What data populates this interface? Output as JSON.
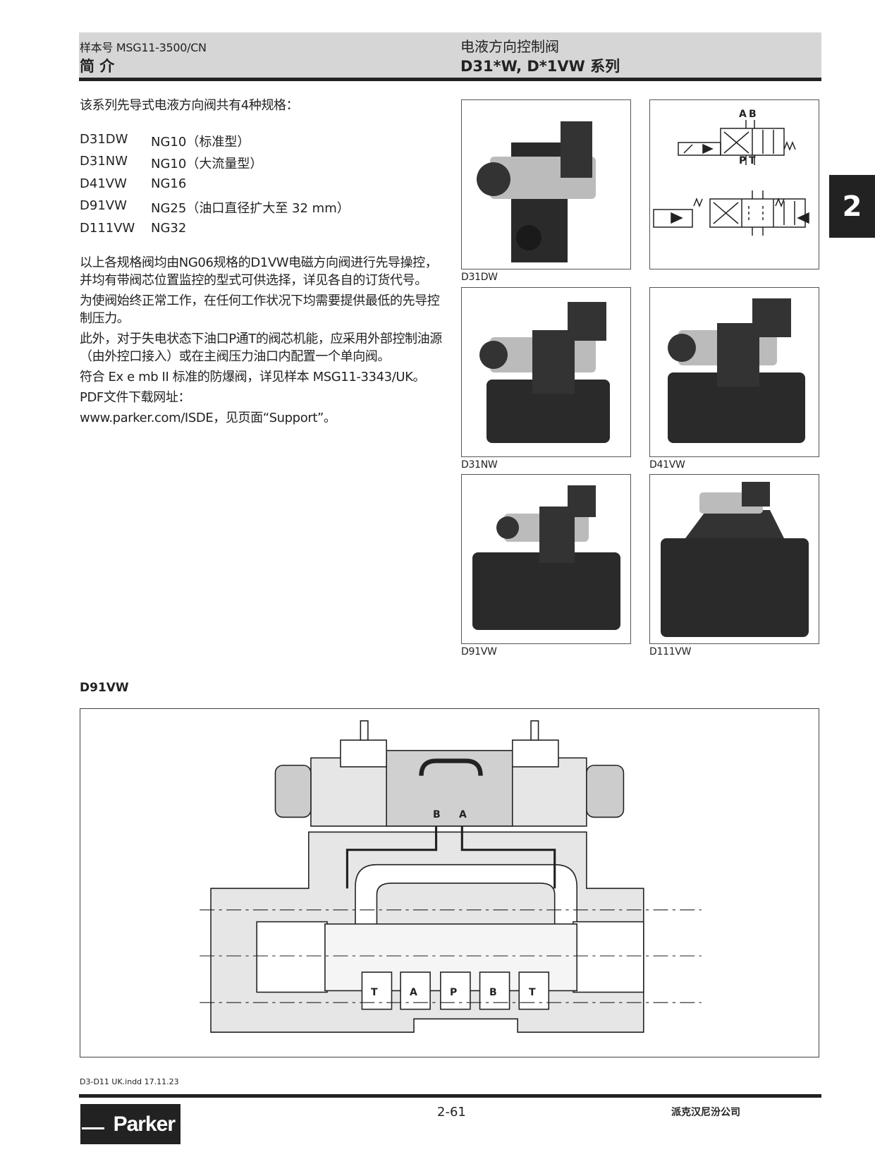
{
  "header": {
    "catalog_no": "样本号 MSG11-3500/CN",
    "section": "简 介",
    "product_group": "电液方向控制阀",
    "series": "D31*W, D*1VW 系列"
  },
  "tab": "2",
  "intro": "该系列先导式电液方向阀共有4种规格：",
  "specs": [
    {
      "model": "D31DW",
      "size": "NG10（标准型）"
    },
    {
      "model": "D31NW",
      "size": "NG10（大流量型）"
    },
    {
      "model": "D41VW",
      "size": "NG16"
    },
    {
      "model": "D91VW",
      "size": "NG25（油口直径扩大至 32 mm）"
    },
    {
      "model": "D111VW",
      "size": "NG32"
    }
  ],
  "paragraphs": [
    "以上各规格阀均由NG06规格的D1VW电磁方向阀进行先导操控，并均有带阀芯位置监控的型式可供选择，详见各自的订货代号。",
    "为使阀始终正常工作，在任何工作状况下均需要提供最低的先导控制压力。",
    "此外，对于失电状态下油口P通T的阀芯机能，应采用外部控制油源（由外控口接入）或在主阀压力油口内配置一个单向阀。",
    "符合 Ex e mb II 标准的防爆阀，详见样本 MSG11-3343/UK。",
    "PDF文件下载网址：",
    "www.parker.com/ISDE，见页面“Support”。"
  ],
  "images": [
    {
      "caption": "D31DW"
    },
    {
      "caption": "D31NW"
    },
    {
      "caption": "D41VW"
    },
    {
      "caption": "D91VW"
    },
    {
      "caption": "D111VW"
    }
  ],
  "symbol": {
    "ports_top": [
      "A",
      "B"
    ],
    "ports_bottom": [
      "P",
      "T"
    ]
  },
  "section_view": {
    "title": "D91VW",
    "pilot_ports": [
      "B",
      "A"
    ],
    "main_ports": [
      "T",
      "A",
      "P",
      "B",
      "T"
    ]
  },
  "footer": {
    "file": "D3-D11 UK.indd 17.11.23",
    "page": "2-61",
    "company": "派克汉尼汾公司",
    "logo": "Parker"
  }
}
